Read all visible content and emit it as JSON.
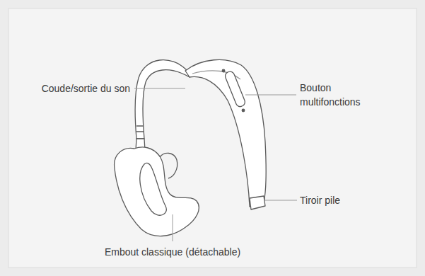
{
  "diagram": {
    "labels": [
      "Coude/sortie du son",
      "Bouton multifonctions",
      "Tiroir pile",
      "Embout classique (détachable)"
    ]
  }
}
